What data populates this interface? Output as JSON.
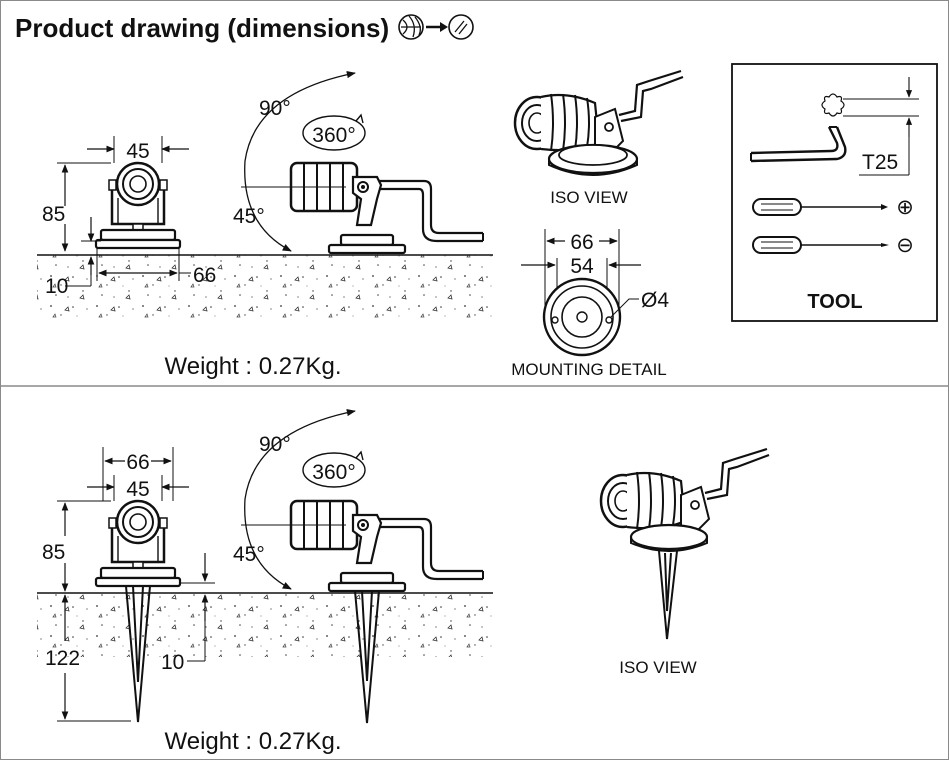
{
  "title": "Product drawing (dimensions)",
  "icons": {
    "material_from": "glass-pattern-icon",
    "arrow": "right-arrow-icon",
    "material_to": "clear-glass-icon"
  },
  "surface_mount": {
    "width_top": "45",
    "height": "85",
    "base_height": "10",
    "base_width": "66",
    "tilt_up": "90°",
    "tilt_down": "45°",
    "rotation": "360°",
    "iso_label": "ISO VIEW",
    "weight": "Weight : 0.27Kg."
  },
  "mounting_detail": {
    "outer_diameter": "66",
    "inner_diameter": "54",
    "hole": "Ø4",
    "label": "MOUNTING DETAIL"
  },
  "tool": {
    "bit": "T25",
    "plus": "⊕",
    "minus": "⊖",
    "label": "TOOL"
  },
  "spike_mount": {
    "width_top": "66",
    "width_body": "45",
    "height": "85",
    "spike_length": "122",
    "gap": "10",
    "tilt_up": "90°",
    "tilt_down": "45°",
    "rotation": "360°",
    "iso_label": "ISO VIEW",
    "weight": "Weight : 0.27Kg."
  }
}
